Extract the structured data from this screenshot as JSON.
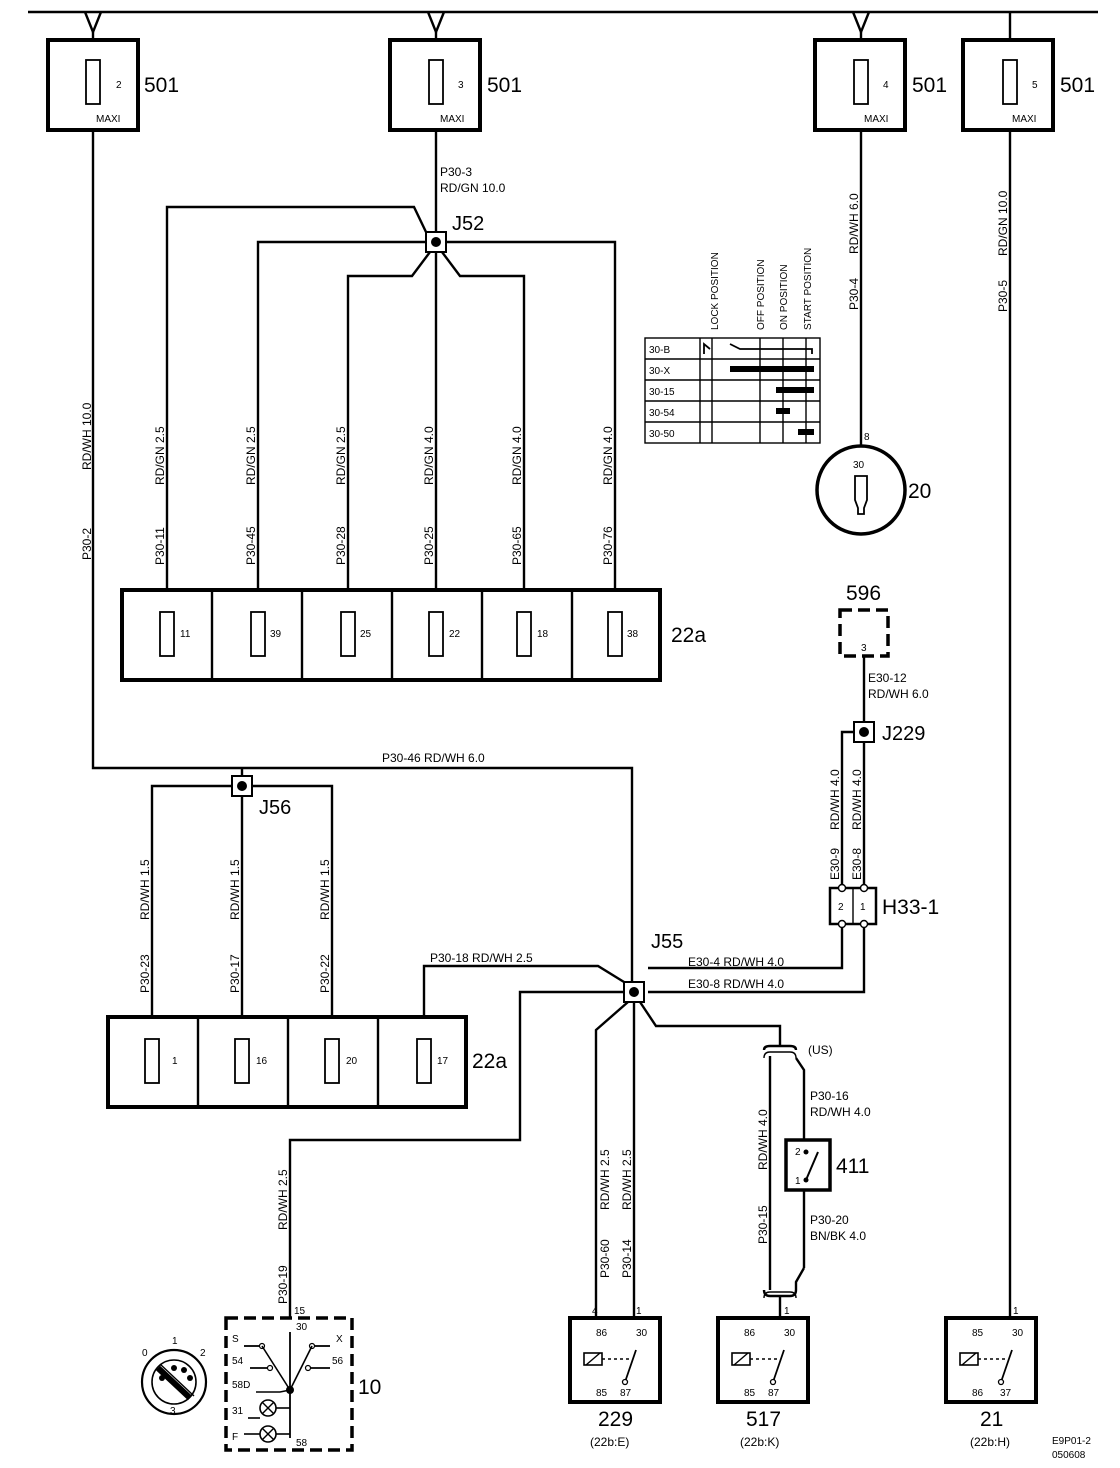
{
  "fuses_501": {
    "unit_label": "501",
    "maxi_label": "MAXI",
    "fuse_numbers": [
      "2",
      "3",
      "4",
      "5"
    ]
  },
  "junctions": {
    "j52": "J52",
    "j56": "J56",
    "j55": "J55",
    "j229": "J229"
  },
  "fusebox_22a": {
    "label": "22a",
    "top_fuses": [
      "11",
      "39",
      "25",
      "22",
      "18",
      "38"
    ],
    "bottom_fuses": [
      "1",
      "16",
      "20",
      "17"
    ]
  },
  "wires": {
    "p30_3": [
      "P30-3",
      "RD/GN  10.0"
    ],
    "p30_2": [
      "P30-2",
      "RD/WH  10.0"
    ],
    "p30_4": [
      "P30-4",
      "RD/WH  6.0"
    ],
    "p30_5": [
      "P30-5",
      "RD/GN  10.0"
    ],
    "j52_branches": [
      [
        "P30-11",
        "RD/GN  2.5"
      ],
      [
        "P30-45",
        "RD/GN  2.5"
      ],
      [
        "P30-28",
        "RD/GN  2.5"
      ],
      [
        "P30-25",
        "RD/GN  4.0"
      ],
      [
        "P30-65",
        "RD/GN  4.0"
      ],
      [
        "P30-76",
        "RD/GN  4.0"
      ]
    ],
    "p30_46": "P30-46     RD/WH  6.0",
    "j56_branches": [
      [
        "P30-23",
        "RD/WH  1.5"
      ],
      [
        "P30-17",
        "RD/WH  1.5"
      ],
      [
        "P30-22",
        "RD/WH  1.5"
      ]
    ],
    "p30_18": "P30-18    RD/WH    2.5",
    "e30_4": "E30-4      RD/WH   4.0",
    "e30_8": "E30-8      RD/WH   4.0",
    "e30_12": [
      "E30-12",
      "RD/WH   6.0"
    ],
    "e30_9": [
      "E30-9",
      "RD/WH  4.0"
    ],
    "e30_8v": [
      "E30-8",
      "RD/WH  4.0"
    ],
    "p30_19": [
      "P30-19",
      "RD/WH  2.5"
    ],
    "p30_60": [
      "P30-60",
      "RD/WH  2.5"
    ],
    "p30_14": [
      "P30-14",
      "RD/WH  2.5"
    ],
    "p30_15": [
      "P30-15",
      "RD/WH  4.0"
    ],
    "p30_16": [
      "P30-16",
      "RD/WH   4.0"
    ],
    "p30_20": [
      "P30-20",
      "BN/BK     4.0"
    ],
    "us_note": "(US)"
  },
  "ignition_table": {
    "positions": [
      "LOCK POSITION",
      "OFF POSITION",
      "ON POSITION",
      "START POSITION"
    ],
    "rows": [
      "30-B",
      "30-X",
      "30-15",
      "30-54",
      "30-50"
    ]
  },
  "components": {
    "c20": {
      "label": "20",
      "pin_outer": "8",
      "pin_inner": "30"
    },
    "c596": {
      "label": "596",
      "pin": "3"
    },
    "h33_1": {
      "label": "H33-1",
      "pins": [
        "2",
        "1"
      ]
    },
    "c411": {
      "label": "411",
      "pins": [
        "2",
        "1"
      ]
    },
    "c10": {
      "label": "10",
      "pins": [
        "15",
        "30",
        "S",
        "X",
        "54",
        "56",
        "58D",
        "31",
        "F",
        "58"
      ],
      "dial": [
        "0",
        "1",
        "2",
        "3"
      ]
    },
    "relays": [
      {
        "label": "229",
        "loc": "(22b:E)",
        "pins": [
          "4",
          "1",
          "86",
          "30",
          "85",
          "87"
        ]
      },
      {
        "label": "517",
        "loc": "(22b:K)",
        "pins": [
          "1",
          "86",
          "30",
          "85",
          "87"
        ]
      },
      {
        "label": "21",
        "loc": "(22b:H)",
        "pins": [
          "1",
          "85",
          "30",
          "86",
          "37"
        ]
      }
    ]
  },
  "drawing_code": [
    "E9P01-2",
    "050608"
  ]
}
